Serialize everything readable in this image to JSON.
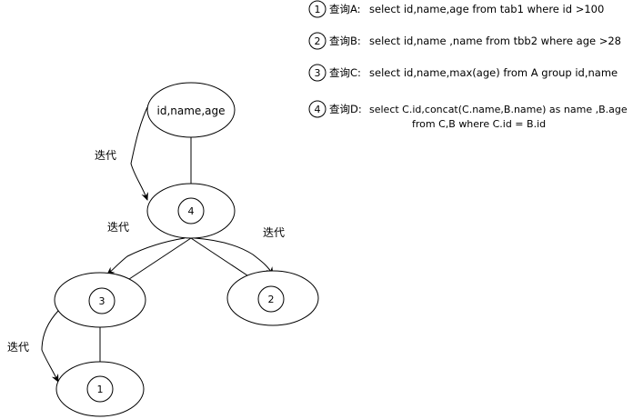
{
  "queries": [
    {
      "num": "1",
      "label": "查询A:",
      "sql_lines": [
        "select id,name,age from tab1 where id >100"
      ]
    },
    {
      "num": "2",
      "label": "查询B:",
      "sql_lines": [
        "select id,name ,name from tbb2 where age >28"
      ]
    },
    {
      "num": "3",
      "label": "查询C:",
      "sql_lines": [
        "select id,name,max(age) from A group id,name"
      ]
    },
    {
      "num": "4",
      "label": "查询D:",
      "sql_lines": [
        "select C.id,concat(C.name,B.name) as name ,B.age",
        "from C,B where C.id = B.id"
      ]
    }
  ],
  "tree": {
    "root_label": "id,name,age",
    "node_4": "4",
    "node_3": "3",
    "node_2": "2",
    "node_1": "1",
    "iterate_label": "迭代"
  }
}
